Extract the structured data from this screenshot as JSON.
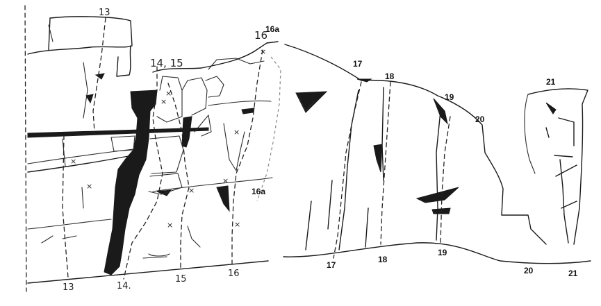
{
  "left_sketch": {
    "route_labels_top": [
      "13",
      "14, 15",
      "16"
    ],
    "route_labels_bottom": [
      "13",
      "14.",
      "15",
      "16"
    ],
    "variant_labels": [
      "16a",
      "16a"
    ]
  },
  "right_sketch": {
    "route_labels_top": [
      "17",
      "18",
      "19",
      "20",
      "21"
    ],
    "route_labels_bottom": [
      "17",
      "18",
      "19",
      "20",
      "21"
    ]
  },
  "colors": {
    "ink": "#1a1a1a",
    "paper": "#ffffff"
  }
}
